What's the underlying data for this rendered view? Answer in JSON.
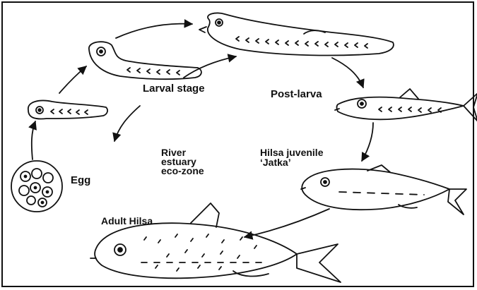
{
  "labels": {
    "larval_stage": "Larval stage",
    "post_larva": "Post-larva",
    "river_line1": "River",
    "river_line2": "estuary",
    "river_line3": "eco-zone",
    "juvenile_line1": "Hilsa juvenile",
    "juvenile_line2": "‘Jatka’",
    "egg": "Egg",
    "adult": "Adult Hilsa"
  },
  "colors": {
    "ink": "#111111",
    "background": "#ffffff"
  }
}
